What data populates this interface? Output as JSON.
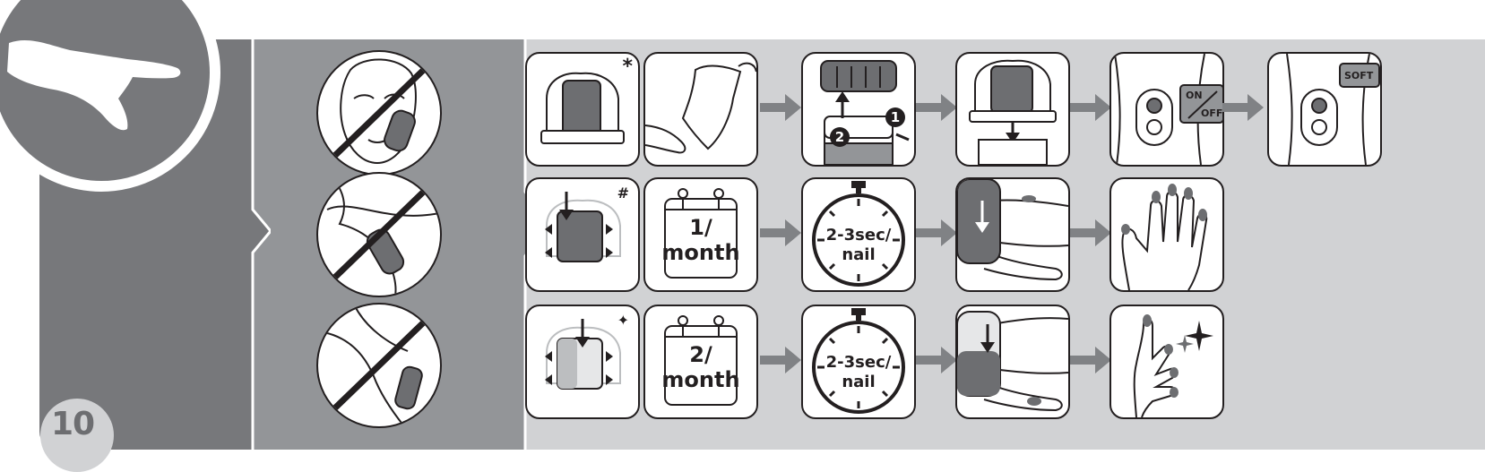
{
  "page": {
    "number": "10"
  },
  "colors": {
    "dark_panel": "#77787b",
    "mid_panel": "#939598",
    "light_panel": "#d1d2d4",
    "ink": "#231f20",
    "arrow": "#808285"
  },
  "icons": {
    "header": "hand-icon",
    "prohibited_uses": [
      "no-face-icon",
      "no-armpit-icon",
      "no-bikini-icon"
    ],
    "flow_arrow": "arrow-right-icon"
  },
  "row1": {
    "step1_mark": "*",
    "step3_numbers": [
      "1",
      "2"
    ],
    "step5_badge_on": "ON",
    "step5_badge_off": "OFF",
    "step6_badge": "SOFT"
  },
  "row2": {
    "step1_mark": "#",
    "calendar_line1": "1/",
    "calendar_line2": "month",
    "timer_line1": "2-3sec/",
    "timer_line2": "nail"
  },
  "row3": {
    "step1_mark": "✦",
    "calendar_line1": "2/",
    "calendar_line2": "month",
    "timer_line1": "2-3sec/",
    "timer_line2": "nail"
  }
}
